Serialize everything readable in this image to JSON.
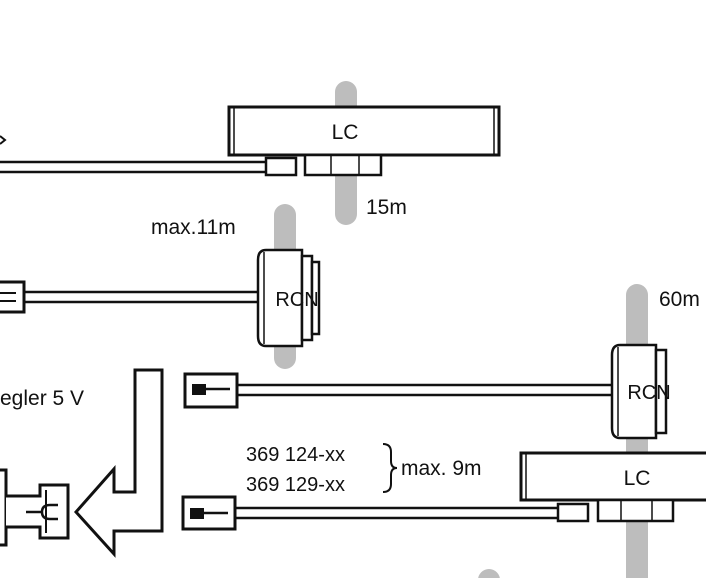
{
  "labels": {
    "lc_top": "LC",
    "len_15": "15m",
    "len_11": "max.11m",
    "rcn_mid": "RCN",
    "len_60": "60m",
    "rcn_right": "RCN",
    "regler": "egler 5 V",
    "part_a": "369 124-xx",
    "part_b": "369 129-xx",
    "max9": "max. 9m",
    "lc_bottom": "LC"
  },
  "colors": {
    "line": "#111111",
    "pole": "#bdbdbd",
    "background": "#ffffff"
  }
}
